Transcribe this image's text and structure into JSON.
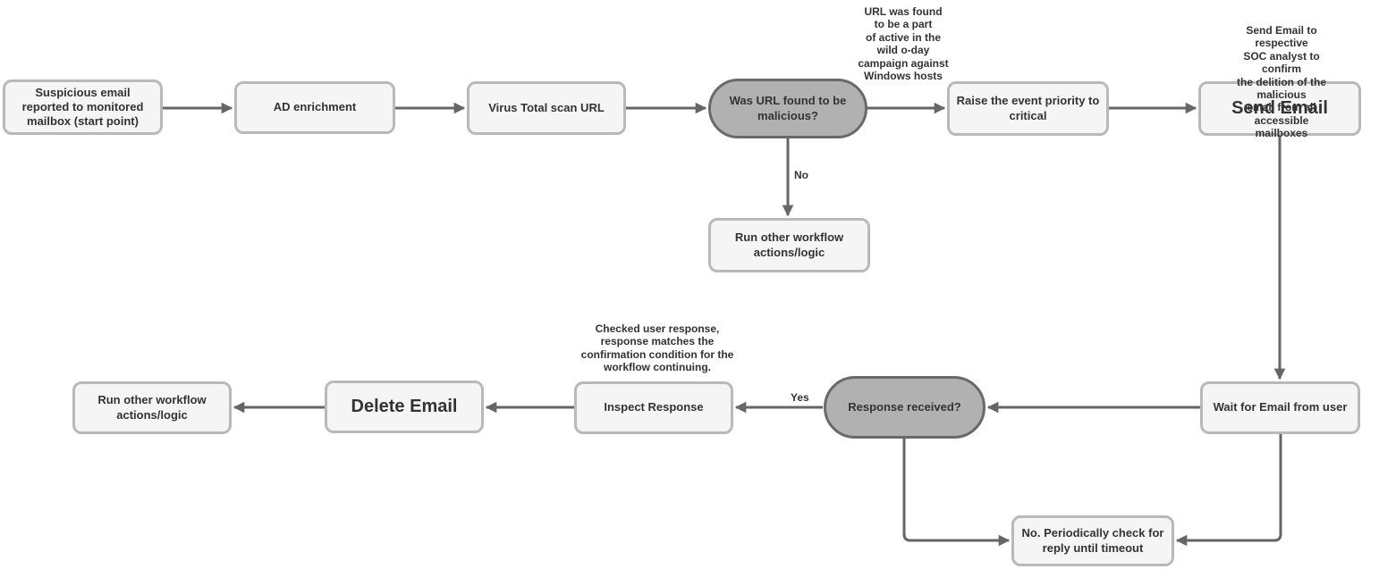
{
  "colors": {
    "canvas_bg": "#ffffff",
    "process_fill": "#f5f5f5",
    "process_border": "#b9b9b9",
    "decision_fill": "#b1b1b1",
    "decision_border": "#696969",
    "arrow": "#666666",
    "text": "#333333"
  },
  "nodes": {
    "start": {
      "label": "Suspicious email reported to monitored mailbox (start point)",
      "type": "process"
    },
    "ad_enrichment": {
      "label": "AD enrichment",
      "type": "process"
    },
    "virus_total": {
      "label": "Virus Total scan URL",
      "type": "process"
    },
    "url_malicious": {
      "label": "Was URL found to be malicious?",
      "type": "decision"
    },
    "raise_priority": {
      "label": "Raise the event priority to critical",
      "type": "process"
    },
    "send_email": {
      "label": "Send Email",
      "type": "process"
    },
    "run_other_1": {
      "label": "Run other workflow actions/logic",
      "type": "process"
    },
    "run_other_2": {
      "label": "Run other workflow actions/logic",
      "type": "process"
    },
    "delete_email": {
      "label": "Delete Email",
      "type": "process"
    },
    "inspect_response": {
      "label": "Inspect Response",
      "type": "process"
    },
    "response_received": {
      "label": "Response received?",
      "type": "decision"
    },
    "wait_for_email": {
      "label": "Wait for Email from user",
      "type": "process"
    },
    "periodic_check": {
      "label": "No. Periodically check for reply until timeout",
      "type": "process"
    }
  },
  "edge_labels": {
    "no": "No",
    "yes": "Yes"
  },
  "annotations": {
    "zero_day": "URL was found\nto be a part\nof active in the\nwild o-day\ncampaign against\nWindows hosts",
    "send_email_note": "Send Email to respective\nSOC analyst to confirm\nthe delition of the malicious\nemail from all accessible mailboxes",
    "inspect_note": "Checked user response,\nresponse matches the\nconfirmation condition for the\nworkflow continuing."
  }
}
